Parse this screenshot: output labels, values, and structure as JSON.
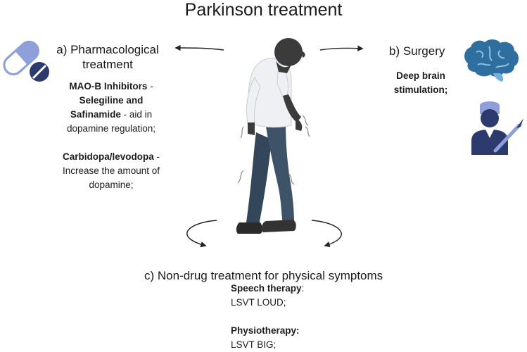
{
  "title": "Parkinson treatment",
  "pharmacological": {
    "heading_line1": "a) Pharmacological",
    "heading_line2": "treatment",
    "mao_bold_1": "MAO-B Inhibitors",
    "mao_text_1": " -",
    "mao_bold_2": "Selegiline and",
    "mao_bold_3": "Safinamide",
    "mao_text_2": " - aid in",
    "mao_text_3": "dopamine regulation;",
    "carbi_bold": "Carbidopa/levodopa",
    "carbi_text_1": " -",
    "carbi_text_2": "Increase the amount of",
    "carbi_text_3": "dopamine;"
  },
  "surgery": {
    "heading": "b) Surgery",
    "line1": "Deep brain",
    "line2": "stimulation;"
  },
  "non_drug": {
    "heading": "c) Non-drug treatment for physical symptoms",
    "speech_bold": "Speech therapy",
    "speech_colon": ":",
    "speech_value": "LSVT LOUD;",
    "physio_bold": "Physiotherapy:",
    "physio_value": "LSVT BIG;"
  },
  "colors": {
    "pill_light": "#8e9fd9",
    "pill_dark": "#2c3a6e",
    "brain": "#2f6fa0",
    "surgeon": "#2c3a6e",
    "skin": "#3b3b3b",
    "shirt": "#eef0f3",
    "pants": "#3e5268",
    "shoes": "#2a2a2a",
    "arrow": "#222222"
  }
}
